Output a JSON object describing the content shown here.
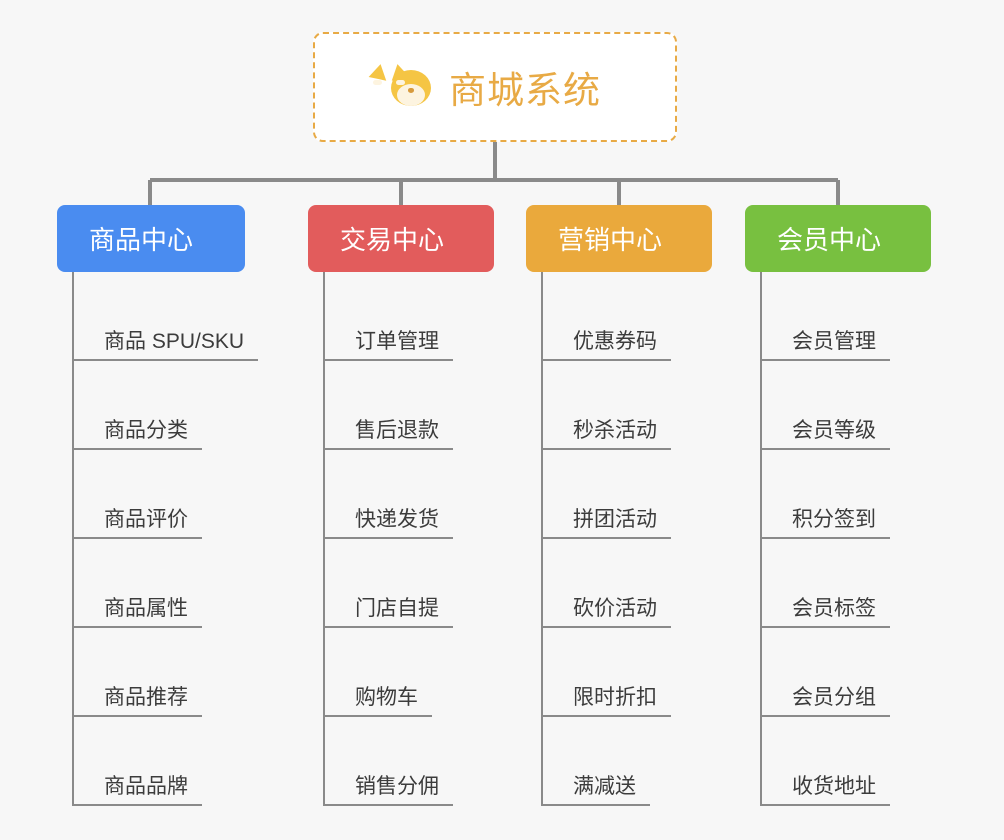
{
  "page": {
    "background_color": "#f7f7f7",
    "type": "mindmap"
  },
  "root": {
    "title": "商城系统",
    "icon": "shiba-dog-face-emoji",
    "text_color": "#e8aa45",
    "border_color": "#e8aa45",
    "background_color": "#ffffff"
  },
  "branches": [
    {
      "label": "商品中心",
      "color": "#4a8cf0",
      "items": [
        "商品 SPU/SKU",
        "商品分类",
        "商品评价",
        "商品属性",
        "商品推荐",
        "商品品牌"
      ]
    },
    {
      "label": "交易中心",
      "color": "#e25c5c",
      "items": [
        "订单管理",
        "售后退款",
        "快递发货",
        "门店自提",
        "购物车",
        "销售分佣"
      ]
    },
    {
      "label": "营销中心",
      "color": "#eaa93c",
      "items": [
        "优惠券码",
        "秒杀活动",
        "拼团活动",
        "砍价活动",
        "限时折扣",
        "满减送"
      ]
    },
    {
      "label": "会员中心",
      "color": "#78c040",
      "items": [
        "会员管理",
        "会员等级",
        "积分签到",
        "会员标签",
        "会员分组",
        "收货地址"
      ]
    }
  ],
  "connector": {
    "color": "#8a8a8a"
  }
}
